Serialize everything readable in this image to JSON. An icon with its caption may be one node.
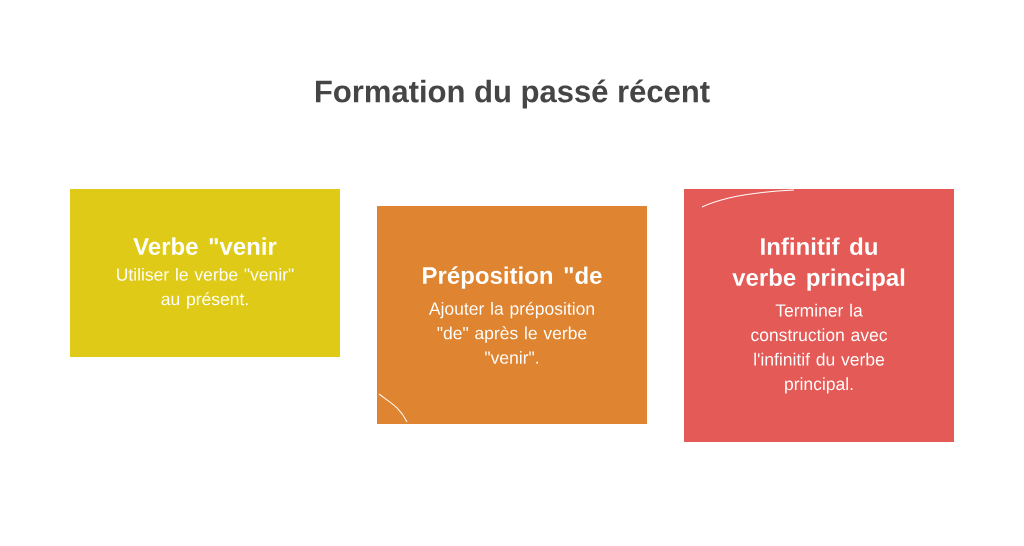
{
  "diagram": {
    "title": "Formation du passé récent",
    "nodes": [
      {
        "text": [
          "Verbe \"venir",
          "Utiliser le verbe \"venir\" au présent."
        ]
      },
      {
        "text": [
          "Préposition \"de",
          "Ajouter la préposition \"de\" après le verbe \"venir\"."
        ]
      },
      {
        "text": [
          "Infinitif du verbe principal",
          "Terminer la construction avec l'infinitif du verbe principal."
        ]
      }
    ]
  }
}
